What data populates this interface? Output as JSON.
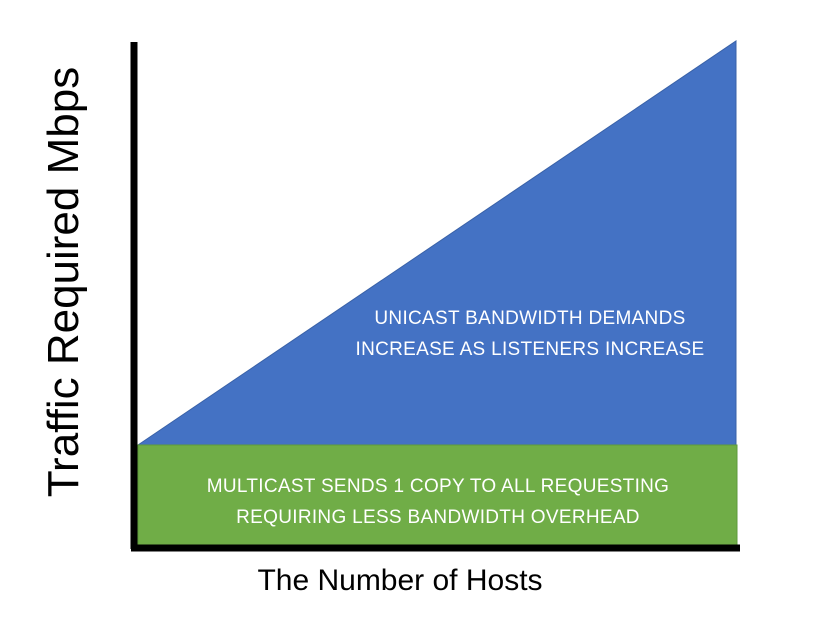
{
  "axes": {
    "x_label": "The Number of Hosts",
    "y_label": "Traffic Required Mbps"
  },
  "regions": {
    "unicast": {
      "line1": "UNICAST  BANDWIDTH DEMANDS",
      "line2": "INCREASE AS LISTENERS INCREASE",
      "fill": "#4472C4"
    },
    "multicast": {
      "line1": "MULTICAST SENDS 1 COPY TO ALL REQUESTING",
      "line2": "REQUIRING LESS BANDWIDTH OVERHEAD",
      "fill": "#70AD47"
    }
  },
  "colors": {
    "axis": "#000000",
    "region_text": "#ffffff"
  }
}
